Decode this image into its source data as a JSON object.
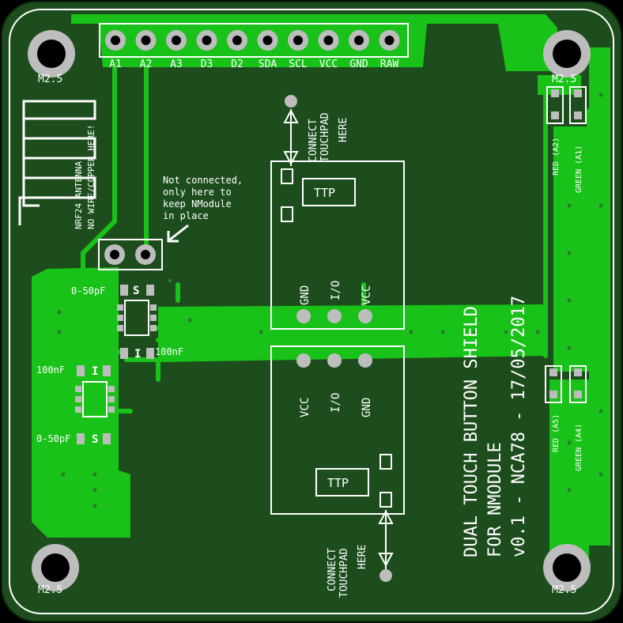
{
  "header_pins": [
    "A1",
    "A2",
    "A3",
    "D3",
    "D2",
    "SDA",
    "SCL",
    "VCC",
    "GND",
    "RAW"
  ],
  "mount_label": "M2.5",
  "antenna_text": [
    "NRF24 ANTENNA",
    "NO WIRE/COPPER HERE!"
  ],
  "note_lines": [
    "Not connected,",
    "only here to",
    "keep NModule",
    "in place"
  ],
  "top_module": {
    "connect_lines": [
      "CONNECT",
      "TOUCHPAD",
      "HERE"
    ],
    "chip": "TTP",
    "pins": [
      "GND",
      "I/O",
      "VCC"
    ]
  },
  "bottom_module": {
    "connect_lines": [
      "CONNECT",
      "TOUCHPAD",
      "HERE"
    ],
    "chip": "TTP",
    "pins": [
      "VCC",
      "I/O",
      "GND"
    ]
  },
  "components": {
    "cap_top": "0-50pF",
    "cap_mid_right": "100nF",
    "cap_left": "100nF",
    "cap_bottom": "0-50pF",
    "s1": "S",
    "i1": "I",
    "i2": "I",
    "s2": "S"
  },
  "leds": {
    "red_top": "RED (A2)",
    "green_top": "GREEN (A1)",
    "red_bottom": "RED (A5)",
    "green_bottom": "GREEN (A4)"
  },
  "title_lines": [
    "DUAL TOUCH BUTTON SHIELD",
    "FOR NMODULE",
    "v0.1 - NCA78 - 17/05/2017"
  ],
  "colors": {
    "board": "#1d4d1d",
    "copper": "#19c219",
    "silk": "#ffffff",
    "pad": "#bdbdbd"
  }
}
